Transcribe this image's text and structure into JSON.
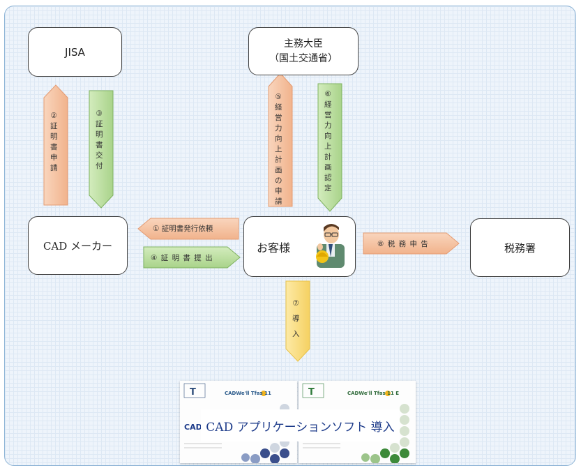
{
  "nodes": {
    "jisa": "JISA",
    "minister_line1": "主務大臣",
    "minister_line2": "（国土交通省）",
    "cad_maker": "CAD メーカー",
    "customer": "お客様",
    "tax_office": "税務署"
  },
  "arrows": {
    "a2": [
      "②",
      "証",
      "明",
      "書",
      "申",
      "請"
    ],
    "a3": [
      "③",
      "証",
      "明",
      "書",
      "交",
      "付"
    ],
    "a5": [
      "⑤",
      "経",
      "営",
      "力",
      "向",
      "上",
      "計",
      "画",
      "の",
      "申",
      "請"
    ],
    "a6": [
      "⑥",
      "経",
      "営",
      "力",
      "向",
      "上",
      "計",
      "画",
      "認",
      "定"
    ],
    "a7": [
      "⑦",
      "導",
      "入"
    ],
    "a1": "① 証明書発行依頼",
    "a4": "④ 証 明 書 提 出",
    "a8": "⑧ 税 務 申 告"
  },
  "product": {
    "cover_brand_left": "CADWe'll Tfas 11",
    "cover_brand_right": "CADWe'll Tfas 11 E",
    "banner": "CAD アプリケーションソフト  導入"
  },
  "colors": {
    "orange_fill": "#f6c6a6",
    "orange_edge": "#e49b72",
    "green_fill": "#bfe0a3",
    "green_edge": "#7fb260",
    "yellow_fill": "#fbe18a",
    "yellow_edge": "#e8c24a",
    "panel_border": "#8eb4d6"
  }
}
